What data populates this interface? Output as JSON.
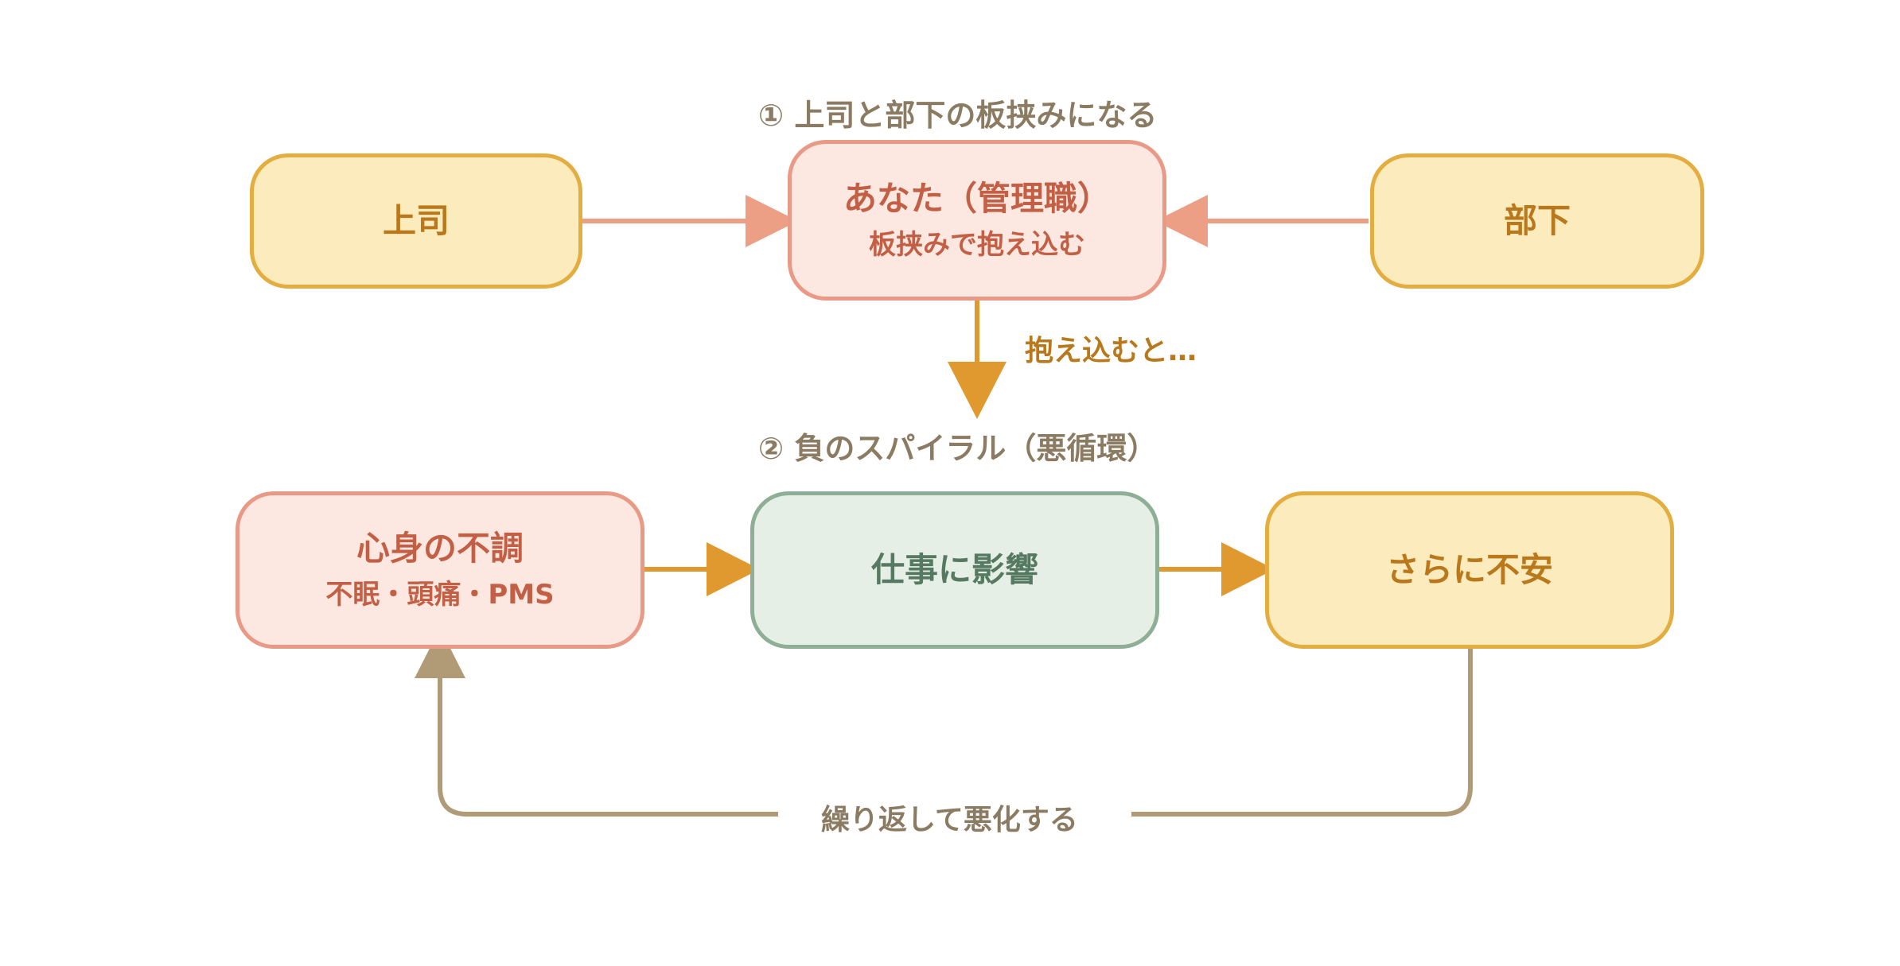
{
  "sections": {
    "top": "① 上司と部下の板挟みになる",
    "bottom": "② 負のスパイラル（悪循環）"
  },
  "nodes": {
    "boss": {
      "label": "上司"
    },
    "you": {
      "label": "あなた（管理職）",
      "sub": "板挟みで抱え込む"
    },
    "subordinate": {
      "label": "部下"
    },
    "health": {
      "label": "心身の不調",
      "sub": "不眠・頭痛・PMS"
    },
    "work": {
      "label": "仕事に影響"
    },
    "anxiety": {
      "label": "さらに不安"
    }
  },
  "edges": {
    "down_label": "抱え込むと…",
    "loop_label": "繰り返して悪化する"
  },
  "colors": {
    "pink_arrow": "#ec9f85",
    "orange_arrow": "#e0992e",
    "brown_arrow": "#b19b77"
  }
}
